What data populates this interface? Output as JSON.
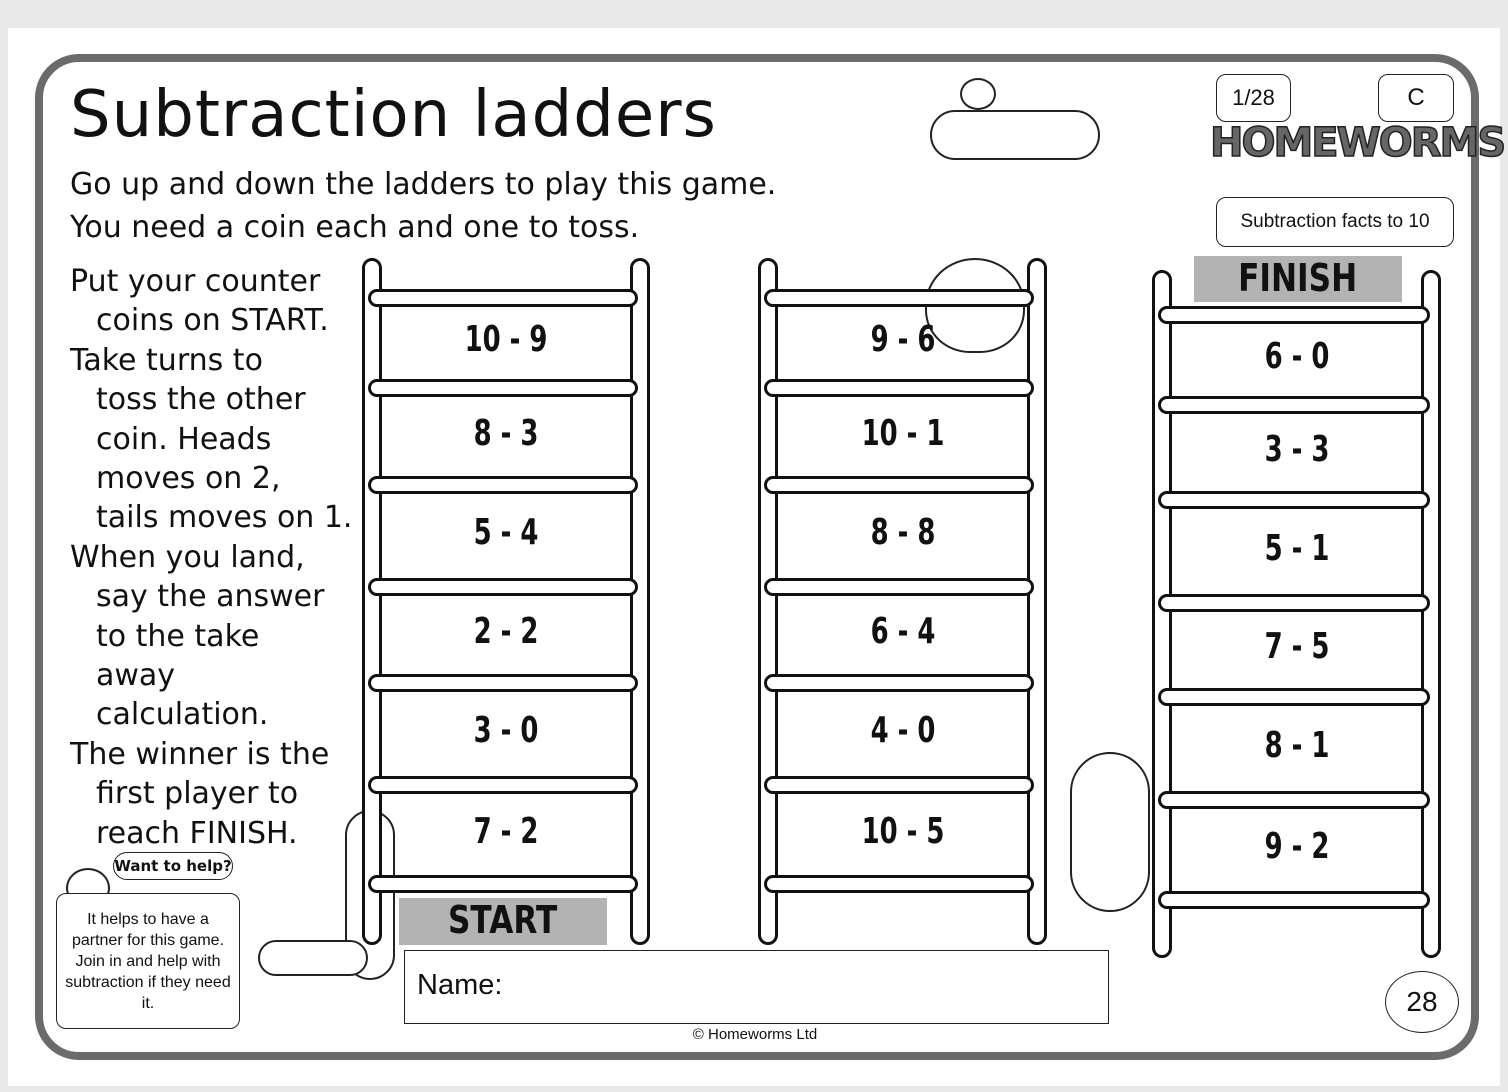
{
  "title": "Subtraction ladders",
  "subtitle": [
    "Go up and down the ladders to play this game.",
    "You need a coin each and one to toss."
  ],
  "instructions": [
    {
      "text": "Put your counter",
      "indent": false
    },
    {
      "text": "coins on START.",
      "indent": true
    },
    {
      "text": "Take turns to",
      "indent": false
    },
    {
      "text": "toss the other",
      "indent": true
    },
    {
      "text": "coin. Heads",
      "indent": true
    },
    {
      "text": "moves on 2,",
      "indent": true
    },
    {
      "text": "tails moves on 1.",
      "indent": true
    },
    {
      "text": "When you land,",
      "indent": false
    },
    {
      "text": "say the answer",
      "indent": true
    },
    {
      "text": "to the take",
      "indent": true
    },
    {
      "text": "away",
      "indent": true
    },
    {
      "text": "calculation.",
      "indent": true
    },
    {
      "text": "The winner is the",
      "indent": false
    },
    {
      "text": "first player to",
      "indent": true
    },
    {
      "text": "reach FINISH.",
      "indent": true
    }
  ],
  "header": {
    "page_code": "1/28",
    "level": "C",
    "brand": "HOMEWORMS",
    "topic": "Subtraction facts to 10"
  },
  "ladders": [
    {
      "calcs": [
        "10 - 9",
        "8 - 3",
        "5 - 4",
        "2 - 2",
        "3 - 0",
        "7 - 2"
      ]
    },
    {
      "calcs": [
        "9 - 6",
        "10 - 1",
        "8 - 8",
        "6 - 4",
        "4 - 0",
        "10 - 5"
      ]
    },
    {
      "calcs": [
        "6 - 0",
        "3 - 3",
        "5 - 1",
        "7 - 5",
        "8 - 1",
        "9 - 2"
      ]
    }
  ],
  "start_label": "START",
  "finish_label": "FINISH",
  "name_label": "Name:",
  "help": {
    "bubble": "Want to help?",
    "text": "It helps to have a partner for this game. Join in and help with subtraction if they need it."
  },
  "page_number": "28",
  "copyright": "© Homeworms Ltd"
}
